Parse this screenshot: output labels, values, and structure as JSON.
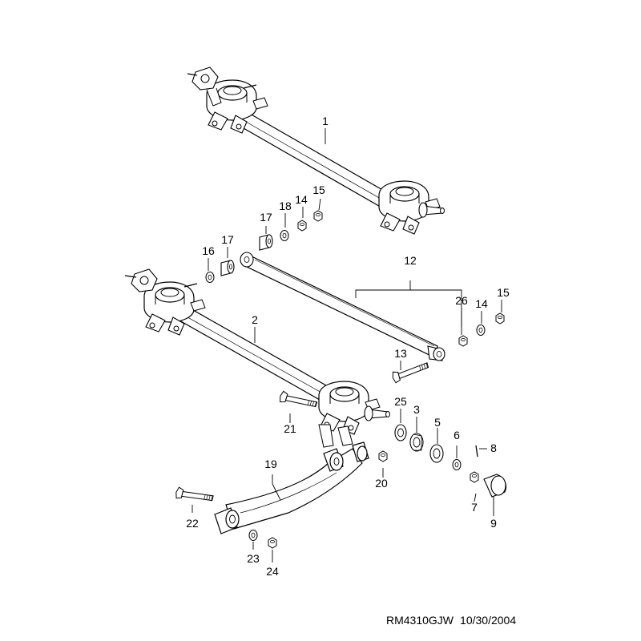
{
  "diagram": {
    "type": "exploded parts diagram",
    "subject": "rear suspension — torsion beam axle",
    "line_color": "#000000",
    "part_fill": "#ffffff",
    "callouts": [
      "1",
      "2",
      "3",
      "5",
      "6",
      "7",
      "8",
      "9",
      "12",
      "13",
      "14",
      "14",
      "15",
      "15",
      "16",
      "17",
      "17",
      "18",
      "19",
      "20",
      "21",
      "22",
      "23",
      "24",
      "25",
      "26"
    ]
  },
  "footer": {
    "code": "RM4310GJW",
    "date": "10/30/2004"
  }
}
